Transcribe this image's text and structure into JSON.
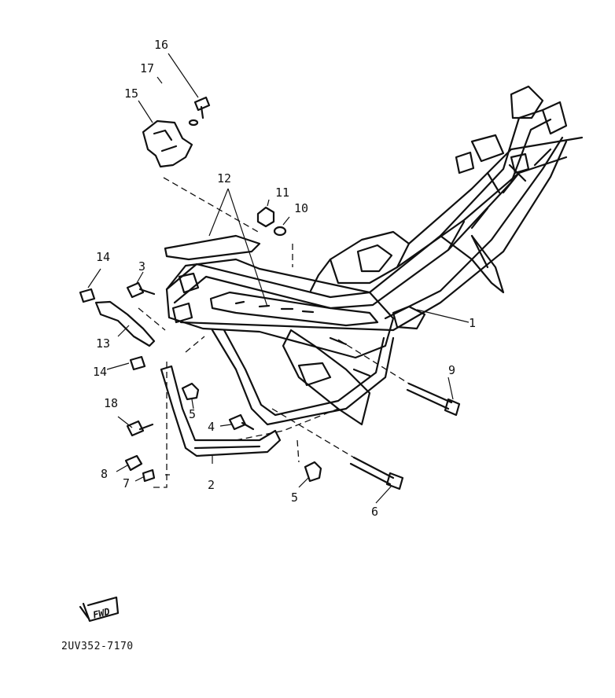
{
  "diagram": {
    "callouts": {
      "p1": "1",
      "p2": "2",
      "p3": "3",
      "p4": "4",
      "p5a": "5",
      "p5b": "5",
      "p6": "6",
      "p7": "7",
      "p8": "8",
      "p9": "9",
      "p10": "10",
      "p11": "11",
      "p12": "12",
      "p13": "13",
      "p14a": "14",
      "p14b": "14",
      "p15": "15",
      "p16": "16",
      "p17": "17",
      "p18": "18"
    },
    "forward_marker": "FWD",
    "part_code": "2UV352-7170"
  }
}
